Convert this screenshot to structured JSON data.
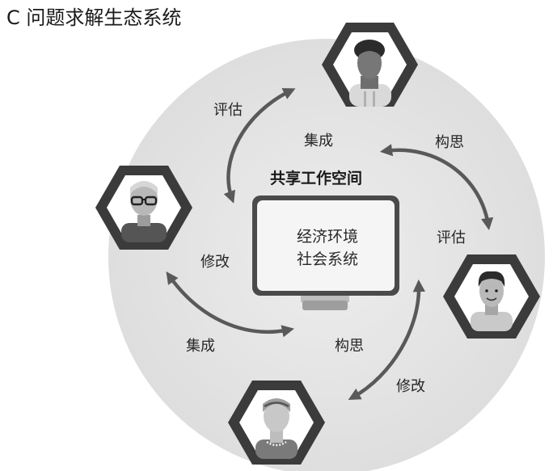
{
  "title": "C 问题求解生态系统",
  "workspace": {
    "title": "共享工作空间",
    "screen_lines": [
      "经济环境",
      "社会系统"
    ]
  },
  "cycle_labels": {
    "top_left_evaluate": "评估",
    "top_integrate": "集成",
    "top_right_ideate": "构思",
    "right_evaluate": "评估",
    "left_modify": "修改",
    "bottom_left_integrate": "集成",
    "bottom_ideate": "构思",
    "bottom_right_modify": "修改"
  },
  "icons": {
    "participants": [
      "person-glasses-icon",
      "person-bun-hair-icon",
      "person-short-hair-icon",
      "person-headband-icon"
    ],
    "workspace": "monitor-icon",
    "arrows": "double-headed-arrow-icon"
  },
  "colors": {
    "background": "#ffffff",
    "circle": "#e3e3e3",
    "hexagon_border": "#3b3b3b",
    "arrow": "#595959",
    "monitor_screen": "#f5f5f5"
  }
}
